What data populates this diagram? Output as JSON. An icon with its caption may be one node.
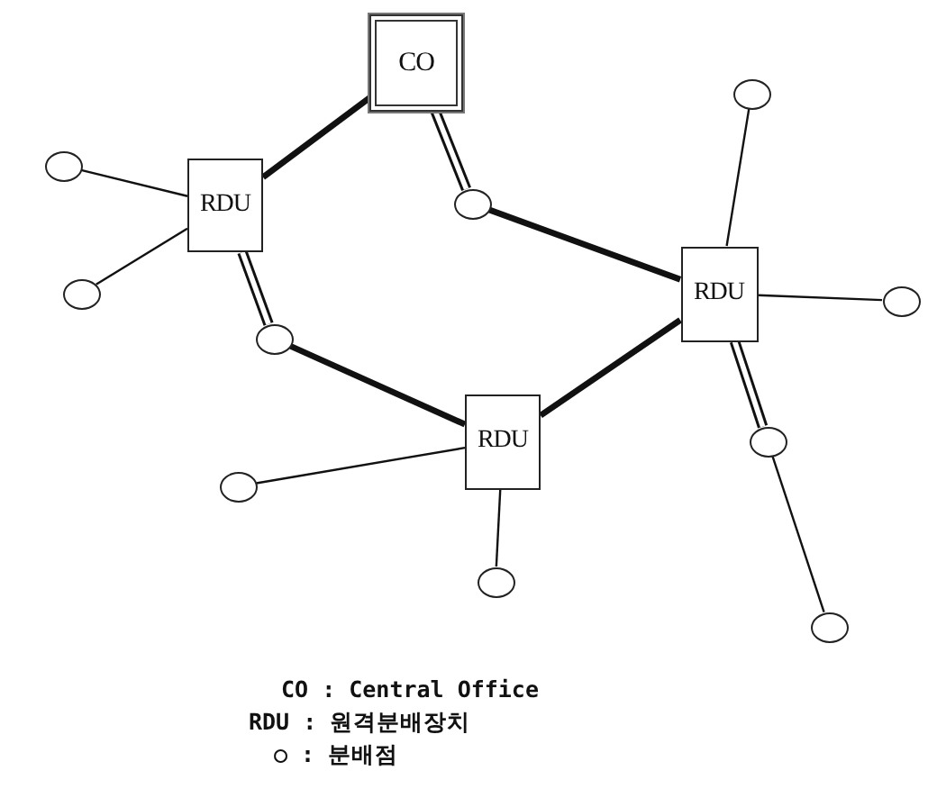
{
  "diagram": {
    "nodes": [
      {
        "text": [
          "CO"
        ]
      },
      {
        "text": [
          "RDU"
        ]
      },
      {
        "text": [
          "RDU"
        ]
      },
      {
        "text": [
          "RDU"
        ]
      },
      {
        "text": [],
        "shape": "circle"
      },
      {
        "text": [],
        "shape": "circle"
      },
      {
        "text": [],
        "shape": "circle"
      },
      {
        "text": [],
        "shape": "circle"
      },
      {
        "text": [],
        "shape": "circle"
      },
      {
        "text": [],
        "shape": "circle"
      },
      {
        "text": [],
        "shape": "circle"
      },
      {
        "text": [],
        "shape": "circle"
      },
      {
        "text": [],
        "shape": "circle"
      },
      {
        "text": [],
        "shape": "circle"
      }
    ],
    "edges": [
      {
        "from": 0,
        "to": 1,
        "arrow": "none",
        "style": "thick"
      },
      {
        "from": 0,
        "to": 8,
        "arrow": "none",
        "style": "thick"
      },
      {
        "from": 8,
        "to": 2,
        "arrow": "none",
        "style": "thick"
      },
      {
        "from": 1,
        "to": 7,
        "arrow": "none",
        "style": "thick"
      },
      {
        "from": 7,
        "to": 3,
        "arrow": "none",
        "style": "thick"
      },
      {
        "from": 3,
        "to": 2,
        "arrow": "none",
        "style": "thick"
      },
      {
        "from": 2,
        "to": 11,
        "arrow": "none",
        "style": "thick"
      },
      {
        "from": 11,
        "to": 12,
        "arrow": "none"
      },
      {
        "from": 1,
        "to": 4,
        "arrow": "none"
      },
      {
        "from": 1,
        "to": 5,
        "arrow": "none"
      },
      {
        "from": 3,
        "to": 6,
        "arrow": "none"
      },
      {
        "from": 3,
        "to": 9,
        "arrow": "none"
      },
      {
        "from": 2,
        "to": 10,
        "arrow": "none"
      },
      {
        "from": 2,
        "to": 13,
        "arrow": "none"
      }
    ],
    "labels": [
      "CO : Central Office",
      "RDU : 원격분배장치",
      "○ : 분배점"
    ]
  }
}
